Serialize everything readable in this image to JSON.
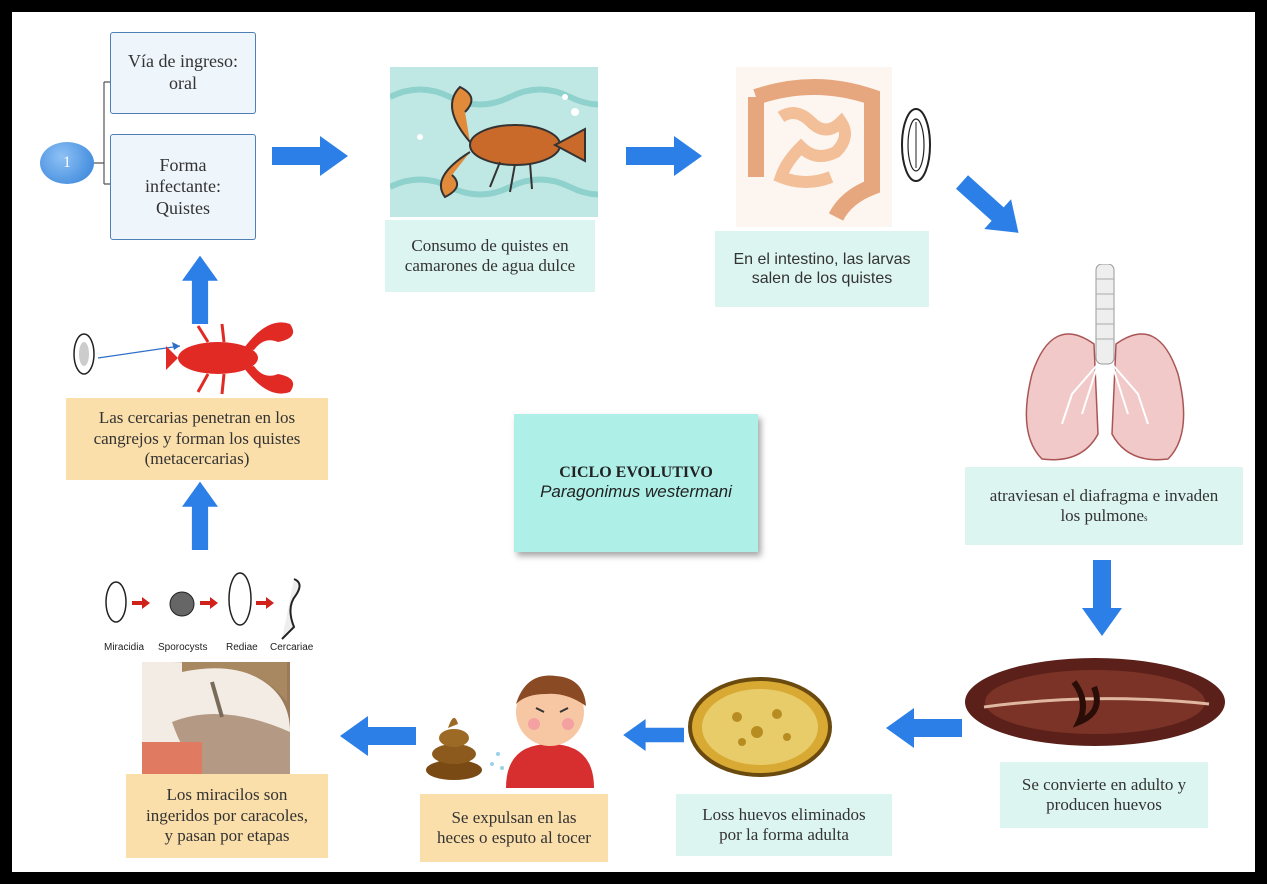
{
  "colors": {
    "arrow_blue": "#2b7fe6",
    "teal_box": "#ddf5f1",
    "peach_box": "#fbdfaa",
    "center_note": "#aef0e8",
    "blue_box_border": "#4f7fb4"
  },
  "start_node": {
    "label": "1"
  },
  "route_box": {
    "line1": "Vía de ingreso:",
    "line2": "oral"
  },
  "infective_box": {
    "line1": "Forma",
    "line2": "infectante:",
    "line3": "Quistes"
  },
  "center": {
    "title": "CICLO EVOLUTIVO",
    "species": "Paragonimus westermani"
  },
  "steps": {
    "consumption": {
      "line1": "Consumo de quistes en",
      "line2": "camarones de agua dulce"
    },
    "intestine": {
      "line1": "En el intestino, las larvas",
      "line2": "salen de los quistes"
    },
    "lungs": {
      "line1": "atraviesan el diafragma e invaden",
      "line2": "los pulmone",
      "suffix": "s"
    },
    "adult": {
      "line1": "Se convierte en adulto y",
      "line2": "producen huevos"
    },
    "eggs": {
      "line1": "Loss huevos eliminados",
      "line2": "por la forma adulta"
    },
    "expelled": {
      "line1": "Se expulsan en las",
      "line2": "heces o esputo al tocer"
    },
    "snails": {
      "line1": "Los miracilos son",
      "line2": "ingeridos por caracoles,",
      "line3": "y pasan por etapas"
    },
    "cercariae": {
      "line1": "Las cercarias penetran en los",
      "line2": "cangrejos y forman los quistes",
      "line3": "(metacercarias)"
    }
  },
  "larval_stages": [
    "Miracidia",
    "Sporocysts",
    "Rediae",
    "Cercariae"
  ],
  "illustrations": [
    "crayfish-illustration",
    "intestine-illustration",
    "larva-illustration",
    "lungs-illustration",
    "adult-fluke-illustration",
    "egg-illustration",
    "stool-icon",
    "coughing-child-illustration",
    "snail-illustration",
    "lobster-illustration",
    "miracidium-illustration"
  ]
}
